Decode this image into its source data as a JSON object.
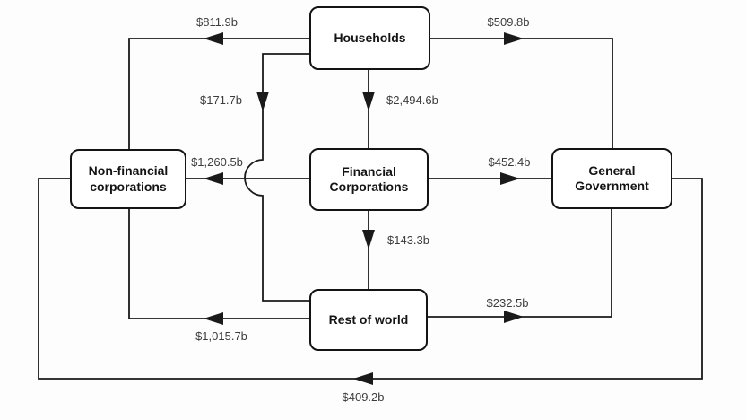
{
  "nodes": {
    "households": {
      "label": "Households"
    },
    "non_financial": {
      "label": "Non-financial corporations"
    },
    "financial": {
      "label": "Financial Corporations"
    },
    "government": {
      "label": "General Government"
    },
    "rest_of_world": {
      "label": "Rest of world"
    }
  },
  "flows": [
    {
      "from": "Households",
      "to": "Non-financial corporations",
      "value": "$811.9b"
    },
    {
      "from": "Households",
      "to": "General Government",
      "value": "$509.8b"
    },
    {
      "from": "Households",
      "to": "Financial Corporations",
      "value": "$2,494.6b"
    },
    {
      "from": "Households",
      "to": "Rest of world",
      "value": "$171.7b"
    },
    {
      "from": "Financial Corporations",
      "to": "Non-financial corporations",
      "value": "$1,260.5b"
    },
    {
      "from": "Financial Corporations",
      "to": "General Government",
      "value": "$452.4b"
    },
    {
      "from": "Financial Corporations",
      "to": "Rest of world",
      "value": "$143.3b"
    },
    {
      "from": "Rest of world",
      "to": "General Government",
      "value": "$232.5b"
    },
    {
      "from": "Rest of world",
      "to": "Non-financial corporations",
      "value": "$1,015.7b"
    },
    {
      "from": "General Government",
      "to": "Non-financial corporations",
      "value": "$409.2b"
    }
  ],
  "colors": {
    "line": "#1a1a1a",
    "arrow": "#1a1a1a",
    "box_border": "#141414",
    "box_fill": "#ffffff",
    "flow_label": "#3d3d3d",
    "background": "#fdfdfd"
  }
}
